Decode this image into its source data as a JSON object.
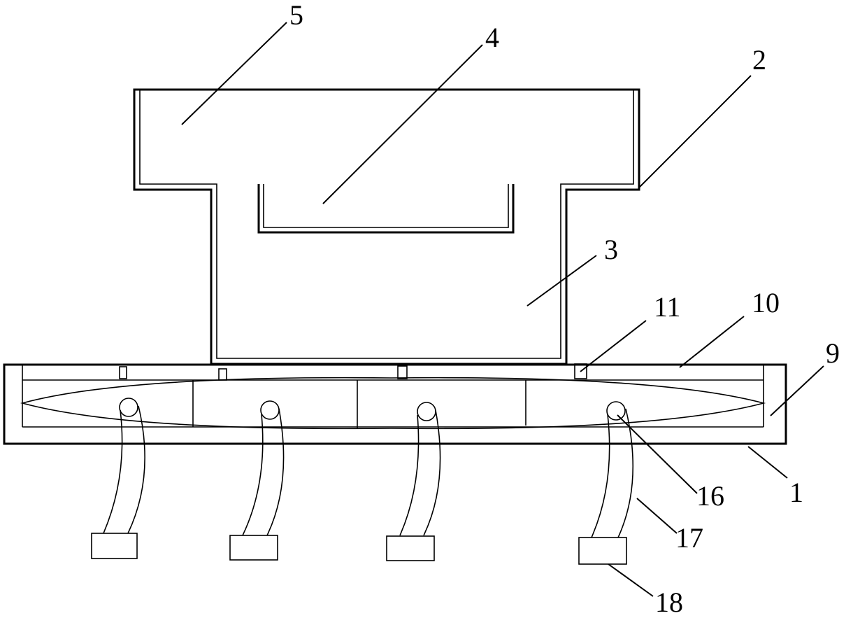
{
  "labels": {
    "l5": "5",
    "l4": "4",
    "l2": "2",
    "l3": "3",
    "l11": "11",
    "l10": "10",
    "l9": "9",
    "l16": "16",
    "l1": "1",
    "l17": "17",
    "l18": "18"
  }
}
